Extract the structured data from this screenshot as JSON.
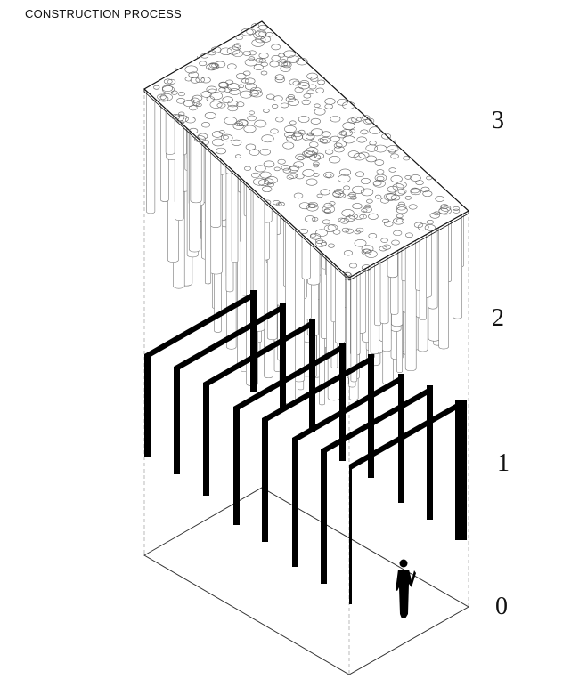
{
  "title": "CONSTRUCTION PROCESS",
  "levels": [
    {
      "label": "3",
      "description": "top slab with cylinders"
    },
    {
      "label": "2",
      "description": "hanging cylinder cluster"
    },
    {
      "label": "1",
      "description": "black portal frames"
    },
    {
      "label": "0",
      "description": "ground slab with human figure"
    }
  ],
  "colors": {
    "line": "#111111",
    "dashed": "#999999",
    "cylinder": "#888888",
    "frame": "#000000"
  }
}
